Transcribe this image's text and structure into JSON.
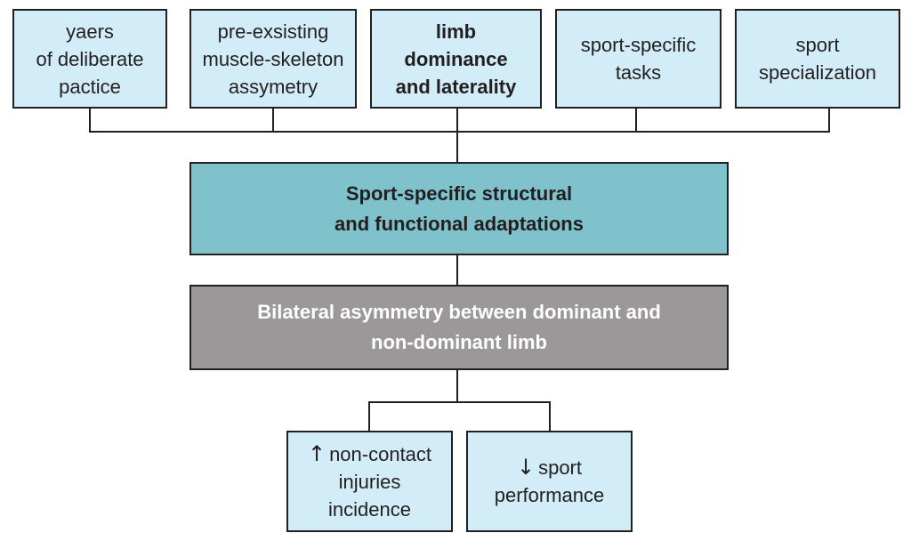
{
  "factors": [
    {
      "lines": [
        "yaers",
        "of deliberate",
        "pactice"
      ],
      "bold": false
    },
    {
      "lines": [
        "pre-exsisting",
        "muscle-skeleton",
        "assymetry"
      ],
      "bold": false
    },
    {
      "lines": [
        "limb",
        "dominance",
        "and laterality"
      ],
      "bold": true
    },
    {
      "lines": [
        "sport-specific",
        "tasks"
      ],
      "bold": false
    },
    {
      "lines": [
        "sport",
        "specialization"
      ],
      "bold": false
    }
  ],
  "adaptations": {
    "line1": "Sport-specific structural",
    "line2": "and functional adaptations"
  },
  "asymmetry": {
    "line1": "Bilateral asymmetry between dominant and",
    "line2": "non-dominant limb"
  },
  "outcomes": {
    "injuries": {
      "arrow": "↑",
      "line1": "non-contact",
      "line2": "injuries",
      "line3": "incidence"
    },
    "performance": {
      "arrow": "↓",
      "line1": "sport",
      "line2": "performance"
    }
  },
  "colors": {
    "factor_fill": "#d2edf8",
    "adaptation_fill": "#7fc2cc",
    "asymmetry_fill": "#9a9899",
    "outcome_fill": "#d2edf8",
    "stroke": "#231f20"
  }
}
